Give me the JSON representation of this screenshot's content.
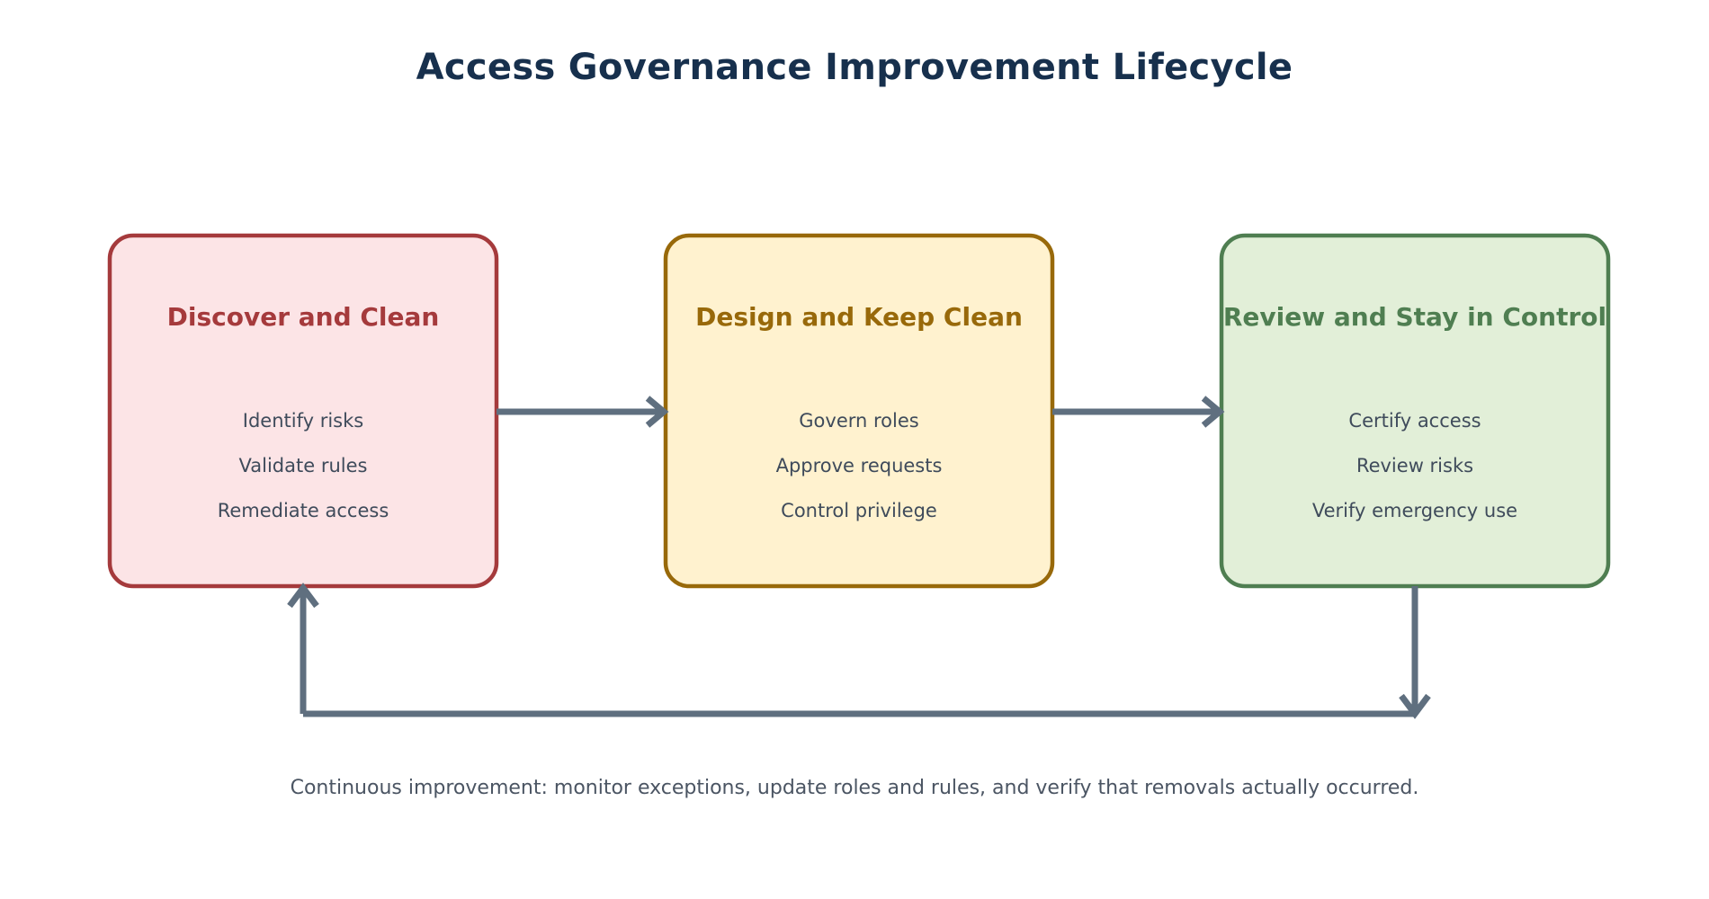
{
  "diagram": {
    "title": "Access Governance Improvement Lifecycle",
    "footer": "Continuous improvement: monitor exceptions, update roles and rules, and verify that removals actually occurred.",
    "arrow_color": "#5f6f7f",
    "stages": [
      {
        "title": "Discover and Clean",
        "items": [
          "Identify risks",
          "Validate rules",
          "Remediate access"
        ],
        "fill": "#fce4e6",
        "stroke": "#a53a3c",
        "title_color": "#a53a3c"
      },
      {
        "title": "Design and Keep Clean",
        "items": [
          "Govern roles",
          "Approve requests",
          "Control privilege"
        ],
        "fill": "#fff2cf",
        "stroke": "#98690a",
        "title_color": "#98690a"
      },
      {
        "title": "Review and Stay in Control",
        "items": [
          "Certify access",
          "Review risks",
          "Verify emergency use"
        ],
        "fill": "#e2efd8",
        "stroke": "#4f7e51",
        "title_color": "#4f7e51"
      }
    ]
  }
}
